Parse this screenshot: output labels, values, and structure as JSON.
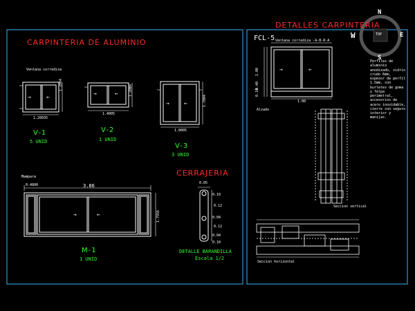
{
  "panels": {
    "left": {
      "title": "CARPINTERIA   DE   ALUMINIO",
      "subtitle": "Ventana corrediza",
      "windows": [
        {
          "id": "V-1",
          "qty": "5 UNID",
          "w": "1.20035",
          "h": "1.2004"
        },
        {
          "id": "V-2",
          "qty": "1 UNID",
          "w": "1.4005",
          "h": "1.2004"
        },
        {
          "id": "V-3",
          "qty": "3 UNID",
          "w": "1.8005",
          "h": "1.7804"
        }
      ],
      "door": {
        "label": "Mampara",
        "id": "M-1",
        "qty": "1 UNID",
        "w": "3.86",
        "h": "1.7956",
        "side": "0.4800"
      },
      "cerrajeria": {
        "title": "CERRAJERIA",
        "top_dim": "0.05",
        "dims": [
          "0.10",
          "0.12",
          "0.04",
          "0.12",
          "0.04",
          "0.10"
        ],
        "caption": "DETALLE BARANDILLA",
        "scale": "Escala 1/2"
      }
    },
    "right": {
      "title": "DETALLES   CARPINTERIA",
      "code": "FCL-5",
      "header": "Ventana corrediza  -A-B-R-A",
      "alzado": "Alzado",
      "dims": [
        "2.00",
        "0.40",
        "0.10",
        "1.00"
      ],
      "note": "Perfiles de aluminio anodizado, vidrio crudo 6mm, espesor de perfil 1.5mm, con burletes de goma y felpa perimetral, accesorios de acero inoxidable, cierre con seguro interior y manijas.",
      "sec_vertical": "Seccion vertical",
      "sec_horizontal": "Seccion horizontal"
    }
  },
  "compass": {
    "n": "N",
    "s": "S",
    "e": "E",
    "w": "W",
    "center": "TOP"
  },
  "arrows": {
    "right": "→",
    "left": "←"
  },
  "colors": {
    "frame": "#ffffff",
    "border": "#38b6ff",
    "title": "#ff2a2a",
    "label": "#2fff2f",
    "background": "#000000"
  }
}
